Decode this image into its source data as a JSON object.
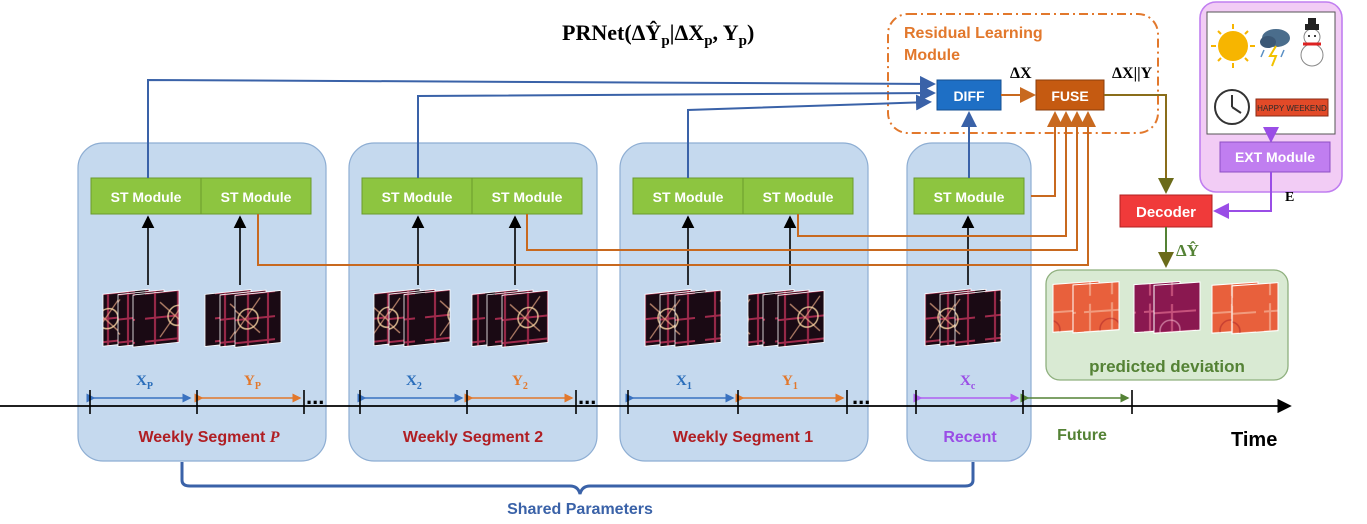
{
  "title": {
    "main": "PRNet",
    "formula": "(ΔŶ",
    "sub_p1": "p",
    "bar": "|ΔX",
    "sub_p2": "p",
    "comma": ", Y",
    "sub_p3": "p",
    "close": ")"
  },
  "residual_module": {
    "line1": "Residual Learning",
    "line2": "Module"
  },
  "diff_label": "DIFF",
  "fuse_label": "FUSE",
  "delta_x": "ΔX",
  "delta_x_y": "ΔX||Y",
  "ext_module": "EXT Module",
  "ext_banner": "HAPPY WEEKEND",
  "ext_output": "E",
  "decoder": "Decoder",
  "delta_y_hat": "ΔŶ",
  "predicted_deviation": "predicted deviation",
  "st_module": "ST Module",
  "segments": [
    {
      "label": "Weekly Segment ",
      "index": "P",
      "x_var": "X",
      "x_sub": "P",
      "y_var": "Y",
      "y_sub": "P"
    },
    {
      "label": "Weekly Segment  2",
      "x_var": "X",
      "x_sub": "2",
      "y_var": "Y",
      "y_sub": "2"
    },
    {
      "label": "Weekly Segment 1",
      "x_var": "X",
      "x_sub": "1",
      "y_var": "Y",
      "y_sub": "1"
    }
  ],
  "recent": {
    "label": "Recent",
    "x_var": "X",
    "x_sub": "c"
  },
  "future": "Future",
  "time": "Time",
  "ellipsis": "...",
  "shared_parameters": "Shared Parameters",
  "colors": {
    "panel": "#c5d9ee",
    "panel_stroke": "#8eaed3",
    "st_green": "#8dc540",
    "diff_blue": "#1e6fc5",
    "fuse_orange": "#c55a11",
    "decoder_red": "#f03a3a",
    "ext_purple": "#c07ef0",
    "ext_panel": "#f2ccf5",
    "pred_panel": "#d9ead3",
    "arrow_blue": "#3a62a8",
    "arrow_orange": "#c8691f",
    "arrow_olive": "#6b6b1a",
    "dark_red": "#b01e23",
    "blue_text": "#2a6ebb",
    "orange_text": "#e2782c",
    "purple_text": "#9a4de6",
    "green_text": "#548235"
  }
}
